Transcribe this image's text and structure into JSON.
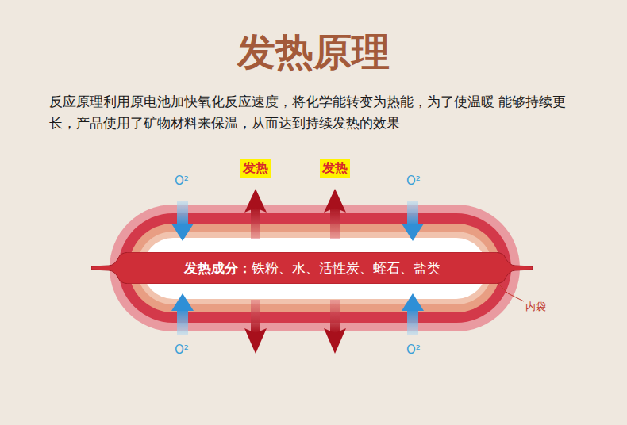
{
  "diagram": {
    "title": "发热原理",
    "nodes": [
      {
        "text": [
          "发热成分：",
          "铁粉、水、活性炭、蛭石、盐类"
        ]
      }
    ],
    "labels": [
      "反应原理利用原电池加快氧化反应速度，将化学能转变为热能，为了使温暖 能够持续更长，产品使用了矿物材料来保温，从而达到持续发热的效果",
      "O²",
      "O²",
      "发热",
      "发热",
      "O²",
      "O²",
      "内袋"
    ]
  }
}
